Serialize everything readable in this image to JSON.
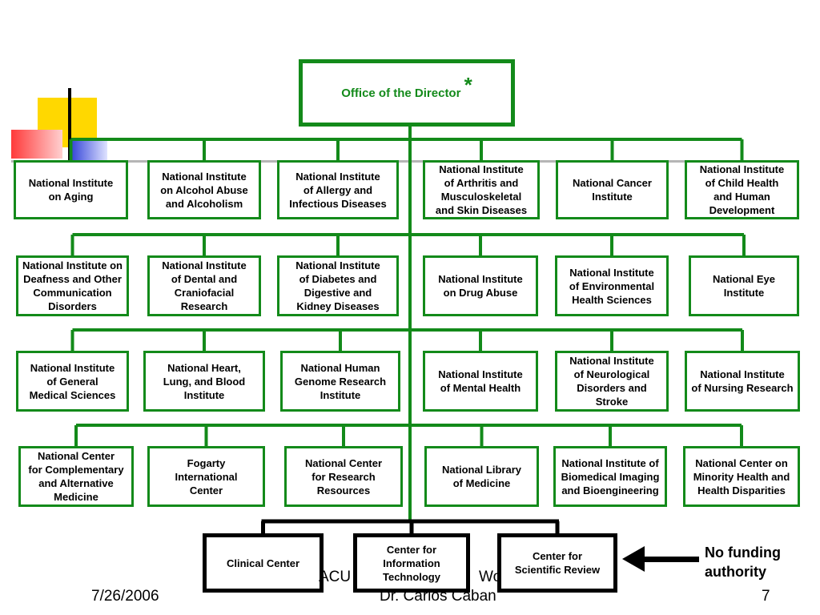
{
  "colors": {
    "accent": "#138a1a",
    "black": "#000000",
    "deco_yellow": "#ffd800",
    "deco_red": "#ff3a3a",
    "deco_blue": "#2a3bd6"
  },
  "director": {
    "label": "Office of the Director",
    "mark": "*"
  },
  "rows": [
    [
      "National Institute\non Aging",
      "National Institute\non Alcohol Abuse\nand Alcoholism",
      "National Institute\nof Allergy and\nInfectious Diseases",
      "National Institute\nof Arthritis and\nMusculoskeletal\nand Skin Diseases",
      "National Cancer\nInstitute",
      "National Institute\nof Child Health\nand Human\nDevelopment"
    ],
    [
      "National Institute on\nDeafness and Other\nCommunication\nDisorders",
      "National Institute\nof Dental and\nCraniofacial\nResearch",
      "National Institute\nof Diabetes and\nDigestive and\nKidney Diseases",
      "National Institute\non Drug Abuse",
      "National Institute\nof Environmental\nHealth Sciences",
      "National Eye\nInstitute"
    ],
    [
      "National Institute\nof General\nMedical Sciences",
      "National Heart,\nLung, and Blood\nInstitute",
      "National Human\nGenome Research\nInstitute",
      "National Institute\nof Mental Health",
      "National Institute\nof Neurological\nDisorders and\nStroke",
      "National Institute\nof Nursing Research"
    ],
    [
      "National Center\nfor Complementary\nand Alternative\nMedicine",
      "Fogarty\nInternational\nCenter",
      "National Center\nfor Research\nResources",
      "National Library\nof Medicine",
      "National Institute of\nBiomedical Imaging\nand Bioengineering",
      "National Center on\nMinority Health and\nHealth Disparities"
    ]
  ],
  "bottom": [
    "Clinical Center",
    "Center for\nInformation\nTechnology",
    "Center for\nScientific Review"
  ],
  "note": "No funding\nauthority",
  "footer": {
    "date": "7/26/2006",
    "center_top": "ACU",
    "center_top_right": "Wo",
    "author": "Dr. Carlos Caban",
    "page": "7"
  }
}
